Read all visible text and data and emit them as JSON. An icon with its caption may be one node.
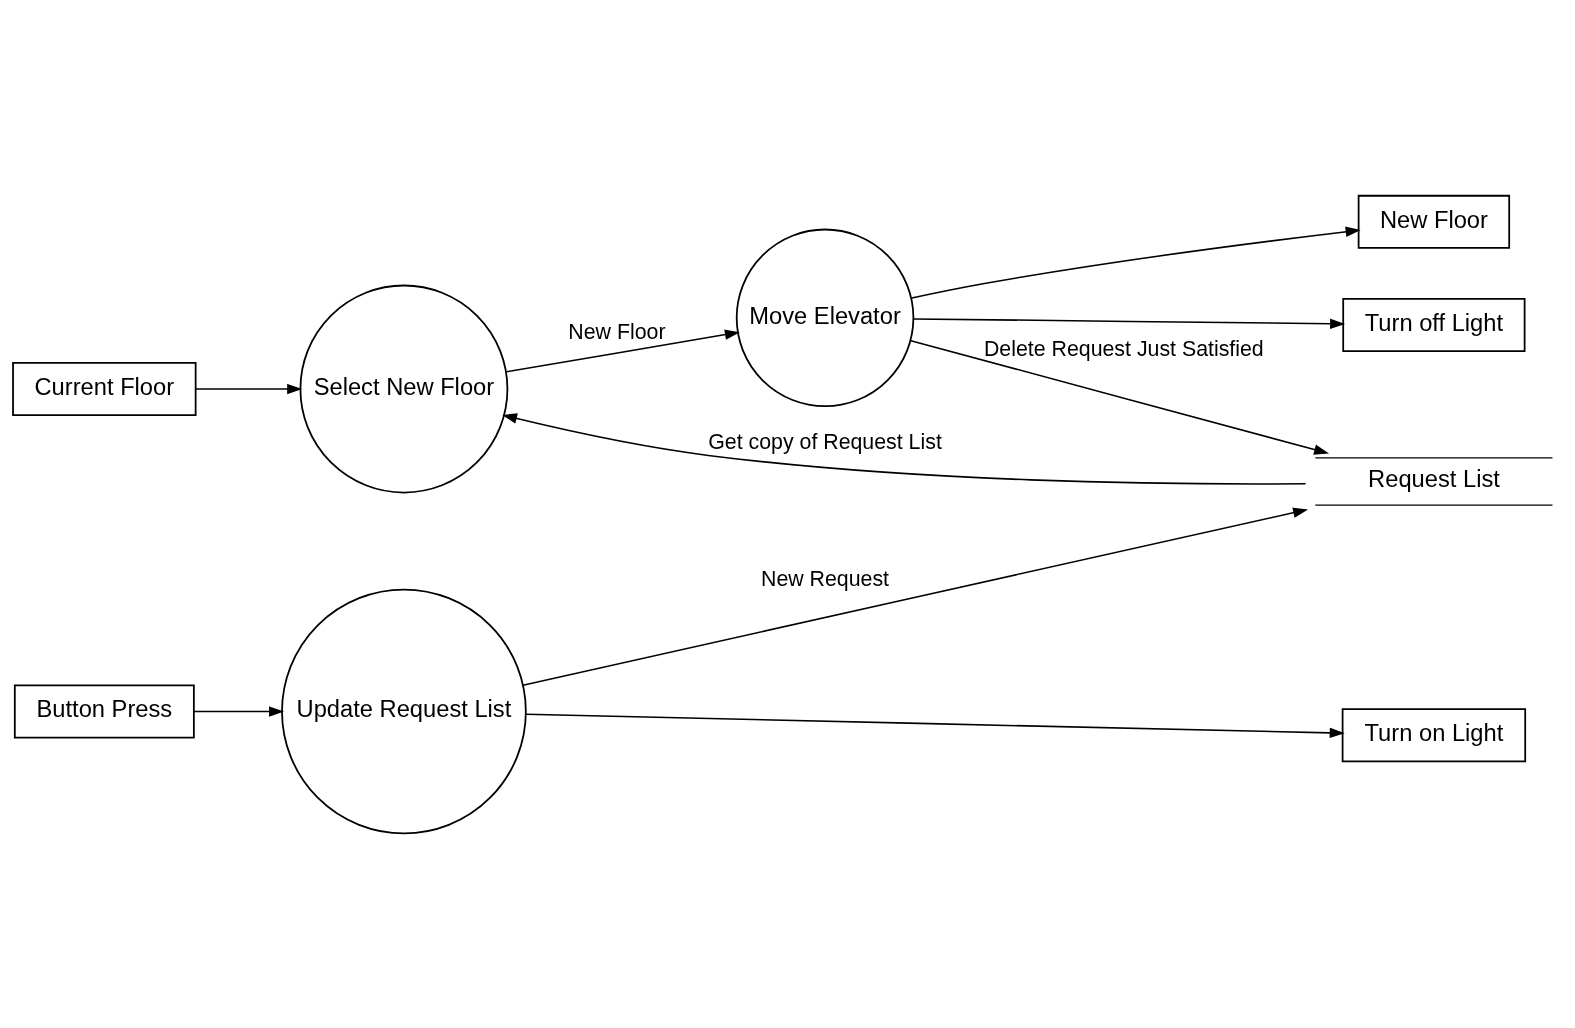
{
  "diagram": {
    "nodes": [
      {
        "text": [
          "Current Floor"
        ]
      },
      {
        "text": [
          "Select New Floor"
        ]
      },
      {
        "text": [
          "Move Elevator"
        ]
      },
      {
        "text": [
          "New Floor"
        ]
      },
      {
        "text": [
          "Turn off Light"
        ]
      },
      {
        "text": [
          "Request List"
        ]
      },
      {
        "text": [
          "Update Request List"
        ]
      },
      {
        "text": [
          "Button Press"
        ]
      },
      {
        "text": [
          "Turn on Light"
        ]
      }
    ],
    "edges": [
      {
        "from": 0,
        "to": 1,
        "arrow": "to"
      },
      {
        "from": 1,
        "to": 2,
        "arrow": "to",
        "label": "New Floor"
      },
      {
        "from": 2,
        "to": 3,
        "arrow": "to"
      },
      {
        "from": 2,
        "to": 4,
        "arrow": "to"
      },
      {
        "from": 2,
        "to": 5,
        "arrow": "to",
        "label": "Delete Request Just Satisfied"
      },
      {
        "from": 5,
        "to": 1,
        "arrow": "to",
        "label": "Get copy of Request List"
      },
      {
        "from": 6,
        "to": 5,
        "arrow": "to",
        "label": "New Request"
      },
      {
        "from": 7,
        "to": 6,
        "arrow": "to"
      },
      {
        "from": 6,
        "to": 8,
        "arrow": "to"
      }
    ]
  }
}
